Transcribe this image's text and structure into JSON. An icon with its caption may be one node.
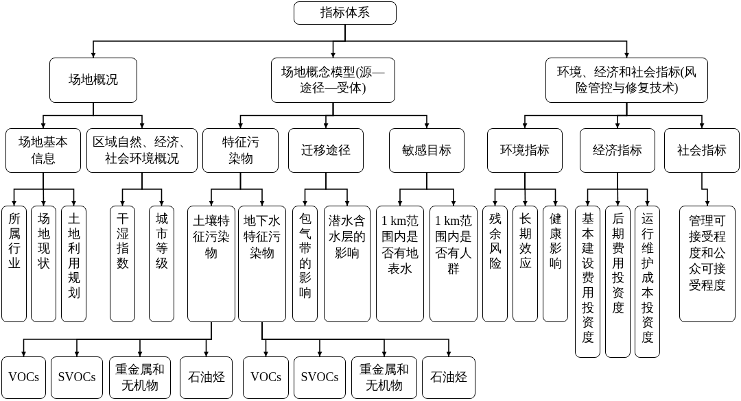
{
  "diagram": {
    "nodes": [
      {
        "text": [
          "指标体系"
        ]
      },
      {
        "text": [
          "场地概况"
        ]
      },
      {
        "text": [
          "场地概念模型(源—途径—受体)"
        ]
      },
      {
        "text": [
          "环境、经济和社会指标(风险管控与修复技术)"
        ]
      },
      {
        "text": [
          "场地基本信息"
        ]
      },
      {
        "text": [
          "区域自然、经济、社会环境概况"
        ]
      },
      {
        "text": [
          "特征污染物"
        ]
      },
      {
        "text": [
          "迁移途径"
        ]
      },
      {
        "text": [
          "敏感目标"
        ]
      },
      {
        "text": [
          "环境指标"
        ]
      },
      {
        "text": [
          "经济指标"
        ]
      },
      {
        "text": [
          "社会指标"
        ]
      },
      {
        "text": [
          "所属行业"
        ]
      },
      {
        "text": [
          "场地现状"
        ]
      },
      {
        "text": [
          "土地利用规划"
        ]
      },
      {
        "text": [
          "干湿指数"
        ]
      },
      {
        "text": [
          "城市等级"
        ]
      },
      {
        "text": [
          "土壤特征污染物"
        ]
      },
      {
        "text": [
          "地下水特征污染物"
        ]
      },
      {
        "text": [
          "包气带的影响"
        ]
      },
      {
        "text": [
          "潜水含水层的影响"
        ]
      },
      {
        "text": [
          "1 km范围内是否有地表水"
        ]
      },
      {
        "text": [
          "1 km范围内是否有人群"
        ]
      },
      {
        "text": [
          "残余风险"
        ]
      },
      {
        "text": [
          "长期效应"
        ]
      },
      {
        "text": [
          "健康影响"
        ]
      },
      {
        "text": [
          "基本建设费用投资度"
        ]
      },
      {
        "text": [
          "后期费用投资度"
        ]
      },
      {
        "text": [
          "运行维护成本投资度"
        ]
      },
      {
        "text": [
          "管理可接受程度和公众可接受程度"
        ]
      },
      {
        "text": [
          "VOCs"
        ]
      },
      {
        "text": [
          "SVOCs"
        ]
      },
      {
        "text": [
          "重金属和无机物"
        ]
      },
      {
        "text": [
          "石油烃"
        ]
      },
      {
        "text": [
          "VOCs"
        ]
      },
      {
        "text": [
          "SVOCs"
        ]
      },
      {
        "text": [
          "重金属和无机物"
        ]
      },
      {
        "text": [
          "石油烃"
        ]
      }
    ],
    "edges": [
      {
        "from": 0,
        "to": 1,
        "arrow": "to"
      },
      {
        "from": 0,
        "to": 2,
        "arrow": "to"
      },
      {
        "from": 0,
        "to": 3,
        "arrow": "to"
      },
      {
        "from": 1,
        "to": 4,
        "arrow": "to"
      },
      {
        "from": 1,
        "to": 5,
        "arrow": "to"
      },
      {
        "from": 2,
        "to": 6,
        "arrow": "to"
      },
      {
        "from": 2,
        "to": 7,
        "arrow": "to"
      },
      {
        "from": 2,
        "to": 8,
        "arrow": "to"
      },
      {
        "from": 3,
        "to": 9,
        "arrow": "to"
      },
      {
        "from": 3,
        "to": 10,
        "arrow": "to"
      },
      {
        "from": 3,
        "to": 11,
        "arrow": "to"
      },
      {
        "from": 4,
        "to": 12,
        "arrow": "to"
      },
      {
        "from": 4,
        "to": 13,
        "arrow": "to"
      },
      {
        "from": 4,
        "to": 14,
        "arrow": "to"
      },
      {
        "from": 5,
        "to": 15,
        "arrow": "to"
      },
      {
        "from": 5,
        "to": 16,
        "arrow": "to"
      },
      {
        "from": 6,
        "to": 17,
        "arrow": "to"
      },
      {
        "from": 6,
        "to": 18,
        "arrow": "to"
      },
      {
        "from": 7,
        "to": 19,
        "arrow": "to"
      },
      {
        "from": 7,
        "to": 20,
        "arrow": "to"
      },
      {
        "from": 8,
        "to": 21,
        "arrow": "to"
      },
      {
        "from": 8,
        "to": 22,
        "arrow": "to"
      },
      {
        "from": 9,
        "to": 23,
        "arrow": "to"
      },
      {
        "from": 9,
        "to": 24,
        "arrow": "to"
      },
      {
        "from": 9,
        "to": 25,
        "arrow": "to"
      },
      {
        "from": 10,
        "to": 26,
        "arrow": "to"
      },
      {
        "from": 10,
        "to": 27,
        "arrow": "to"
      },
      {
        "from": 10,
        "to": 28,
        "arrow": "to"
      },
      {
        "from": 11,
        "to": 29,
        "arrow": "to"
      },
      {
        "from": 17,
        "to": 30,
        "arrow": "to"
      },
      {
        "from": 17,
        "to": 31,
        "arrow": "to"
      },
      {
        "from": 17,
        "to": 32,
        "arrow": "to"
      },
      {
        "from": 17,
        "to": 33,
        "arrow": "to"
      },
      {
        "from": 18,
        "to": 34,
        "arrow": "to"
      },
      {
        "from": 18,
        "to": 35,
        "arrow": "to"
      },
      {
        "from": 18,
        "to": 36,
        "arrow": "to"
      },
      {
        "from": 18,
        "to": 37,
        "arrow": "to"
      }
    ]
  }
}
